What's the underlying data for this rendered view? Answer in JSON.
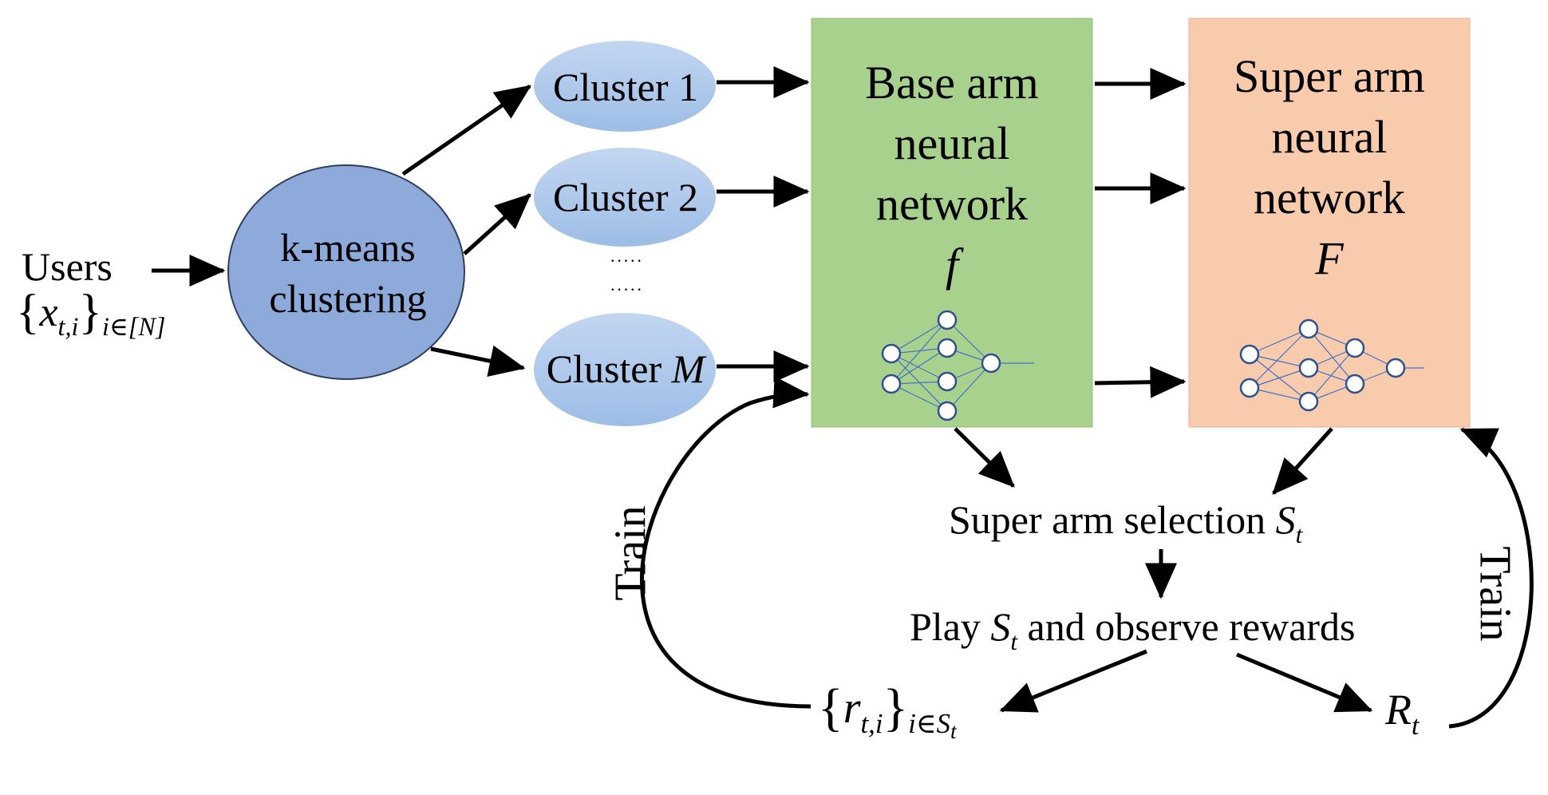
{
  "users": {
    "label": "Users",
    "set_var": "x",
    "set_subscript": "t,i",
    "set_index": "i∈[N]"
  },
  "kmeans": {
    "line1": "k-means",
    "line2": "clustering",
    "fill": "#8eaadb"
  },
  "clusters": [
    {
      "prefix": "Cluster",
      "suffix": "1",
      "suffix_italic": false
    },
    {
      "prefix": "Cluster",
      "suffix": "2",
      "suffix_italic": false
    },
    {
      "prefix": "Cluster",
      "suffix": "M",
      "suffix_italic": true
    }
  ],
  "cluster_ellipsis": [
    "·····",
    "·····"
  ],
  "base_network": {
    "line1": "Base arm",
    "line2": "neural",
    "line3": "network",
    "symbol": "f",
    "fill": "#a9d18e"
  },
  "super_network": {
    "line1": "Super arm",
    "line2": "neural",
    "line3": "network",
    "symbol": "F",
    "fill": "#f8cbad"
  },
  "selection": {
    "text": "Super arm selection",
    "var": "S",
    "sub": "t"
  },
  "play": {
    "prefix": "Play",
    "var": "S",
    "sub": "t",
    "suffix": "and observe rewards"
  },
  "base_rewards": {
    "var": "r",
    "sub": "t,i",
    "index": "i∈S",
    "index_sub": "t"
  },
  "super_reward": {
    "var": "R",
    "sub": "t"
  },
  "train_left": "Train",
  "train_right": "Train",
  "colors": {
    "cluster_fill": "#a9c5ea",
    "cluster_fill_top": "#bcd3f0",
    "stroke": "#2f528f",
    "net_line": "#4472c4"
  }
}
